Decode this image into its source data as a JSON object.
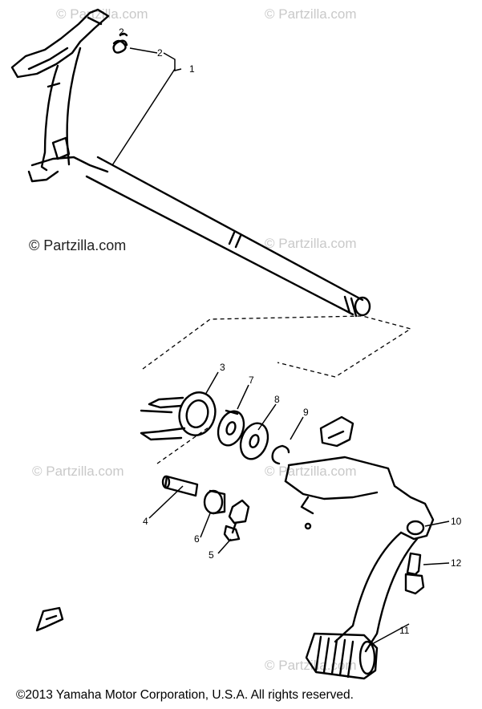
{
  "watermarks": [
    "© Partzilla.com",
    "© Partzilla.com",
    "© Partzilla.com",
    "© Partzilla.com",
    "© Partzilla.com",
    "© Partzilla.com",
    "© Partzilla.com"
  ],
  "callouts": [
    "1",
    "2",
    "2",
    "3",
    "4",
    "5",
    "6",
    "7",
    "8",
    "9",
    "10",
    "11",
    "12"
  ],
  "copyright": "©2013 Yamaha Motor Corporation, U.S.A. All rights reserved.",
  "colors": {
    "ink": "#000000",
    "watermark": "#c9c9c9",
    "background": "#ffffff"
  }
}
